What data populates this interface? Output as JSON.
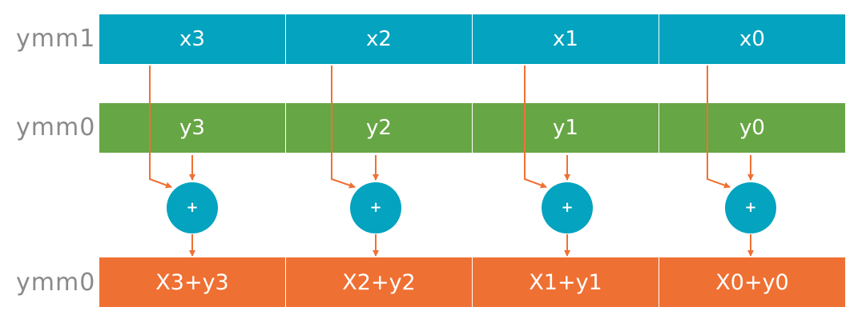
{
  "colors": {
    "x_row": "#04a3bf",
    "y_row": "#67a645",
    "result_row": "#ef7033",
    "adder": "#04a3bf",
    "arrow": "#ef7033"
  },
  "rows": {
    "ymm1_label": "ymm1",
    "ymm0_label": "ymm0",
    "result_label": "ymm0"
  },
  "lanes": [
    {
      "x": "x3",
      "y": "y3",
      "op": "+",
      "result": "X3+y3"
    },
    {
      "x": "x2",
      "y": "y2",
      "op": "+",
      "result": "X2+y2"
    },
    {
      "x": "x1",
      "y": "y1",
      "op": "+",
      "result": "X1+y1"
    },
    {
      "x": "x0",
      "y": "y0",
      "op": "+",
      "result": "X0+y0"
    }
  ]
}
